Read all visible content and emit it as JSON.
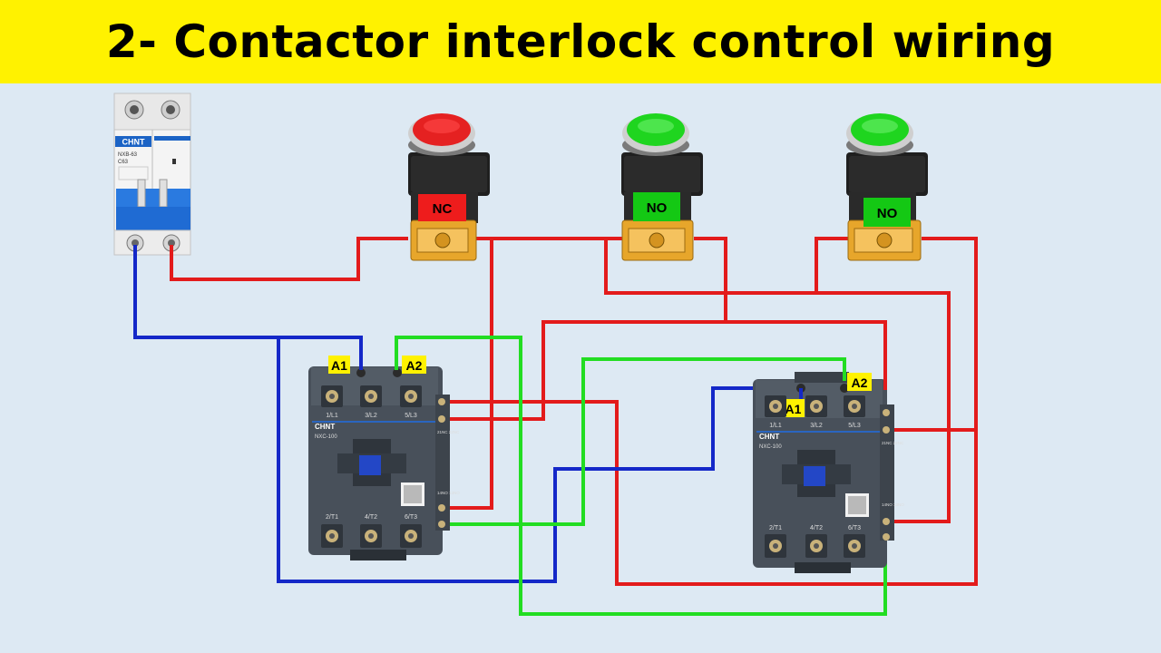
{
  "header": {
    "title": "2- Contactor interlock control wiring"
  },
  "breaker": {
    "brand": "CHNT",
    "model": "NXB-63",
    "rating": "C63"
  },
  "buttons": [
    {
      "label": "NC",
      "cap_color": "#e32626",
      "label_bg": "#ee1c1c"
    },
    {
      "label": "NO",
      "cap_color": "#1fd51f",
      "label_bg": "#14c814"
    },
    {
      "label": "NO",
      "cap_color": "#1fd51f",
      "label_bg": "#14c814"
    }
  ],
  "contactors": [
    {
      "brand": "CHNT",
      "model": "NXC-100",
      "coil_a1": "A1",
      "coil_a2": "A2",
      "top_terminals": [
        "1/L1",
        "3/L2",
        "5/L3"
      ],
      "bottom_terminals": [
        "2/T1",
        "4/T2",
        "6/T3"
      ],
      "aux_nc": "21NC 22NC",
      "aux_no": "14NO 13NO"
    },
    {
      "brand": "CHNT",
      "model": "NXC-100",
      "coil_a1": "A1",
      "coil_a2": "A2",
      "top_terminals": [
        "1/L1",
        "3/L2",
        "5/L3"
      ],
      "bottom_terminals": [
        "2/T1",
        "4/T2",
        "6/T3"
      ],
      "aux_nc": "21NC 22NC",
      "aux_no": "14NO 13NO"
    }
  ],
  "wire_colors": {
    "red": "#e31b1b",
    "blue": "#1428c8",
    "green": "#22dd22"
  }
}
